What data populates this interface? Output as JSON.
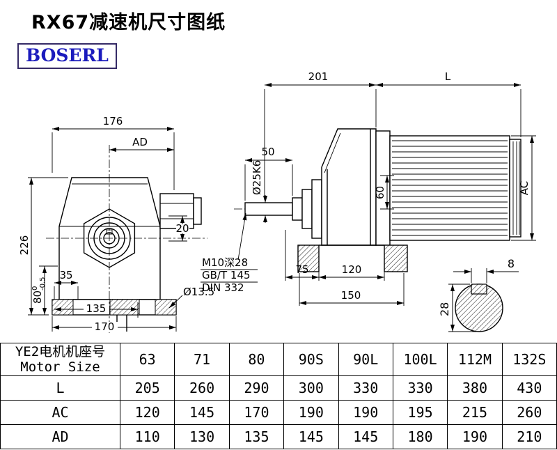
{
  "header": {
    "title": "RX67减速机尺寸图纸",
    "logo": "BOSERL"
  },
  "front_view": {
    "dim_176": "176",
    "dim_ad": "AD",
    "dim_226": "226",
    "dim_80": "80",
    "dim_80_tol_upper": "0",
    "dim_80_tol_lower": "-0.5",
    "dim_35": "35",
    "dim_135": "135",
    "dim_170": "170",
    "dim_20": "20",
    "dim_hole": "Ø13.5"
  },
  "side_view": {
    "dim_201": "201",
    "dim_L": "L",
    "dim_50": "50",
    "dim_shaft": "Ø25K6",
    "dim_60": "60",
    "dim_AC": "AC",
    "note_thread": "M10深28",
    "note_gb": "GB/T 145",
    "note_din": "DIN 332",
    "dim_75": "75",
    "dim_120": "120",
    "dim_150": "150"
  },
  "shaft_view": {
    "dim_key_width": "8",
    "dim_28": "28"
  },
  "table": {
    "row_header": {
      "line1": "YE2电机机座号",
      "line2": "Motor Size"
    },
    "columns": [
      "63",
      "71",
      "80",
      "90S",
      "90L",
      "100L",
      "112M",
      "132S"
    ],
    "rows": [
      {
        "label": "L",
        "values": [
          "205",
          "260",
          "290",
          "300",
          "330",
          "330",
          "380",
          "430"
        ]
      },
      {
        "label": "AC",
        "values": [
          "120",
          "145",
          "170",
          "190",
          "190",
          "195",
          "215",
          "260"
        ]
      },
      {
        "label": "AD",
        "values": [
          "110",
          "130",
          "135",
          "145",
          "145",
          "180",
          "190",
          "210"
        ]
      }
    ]
  }
}
